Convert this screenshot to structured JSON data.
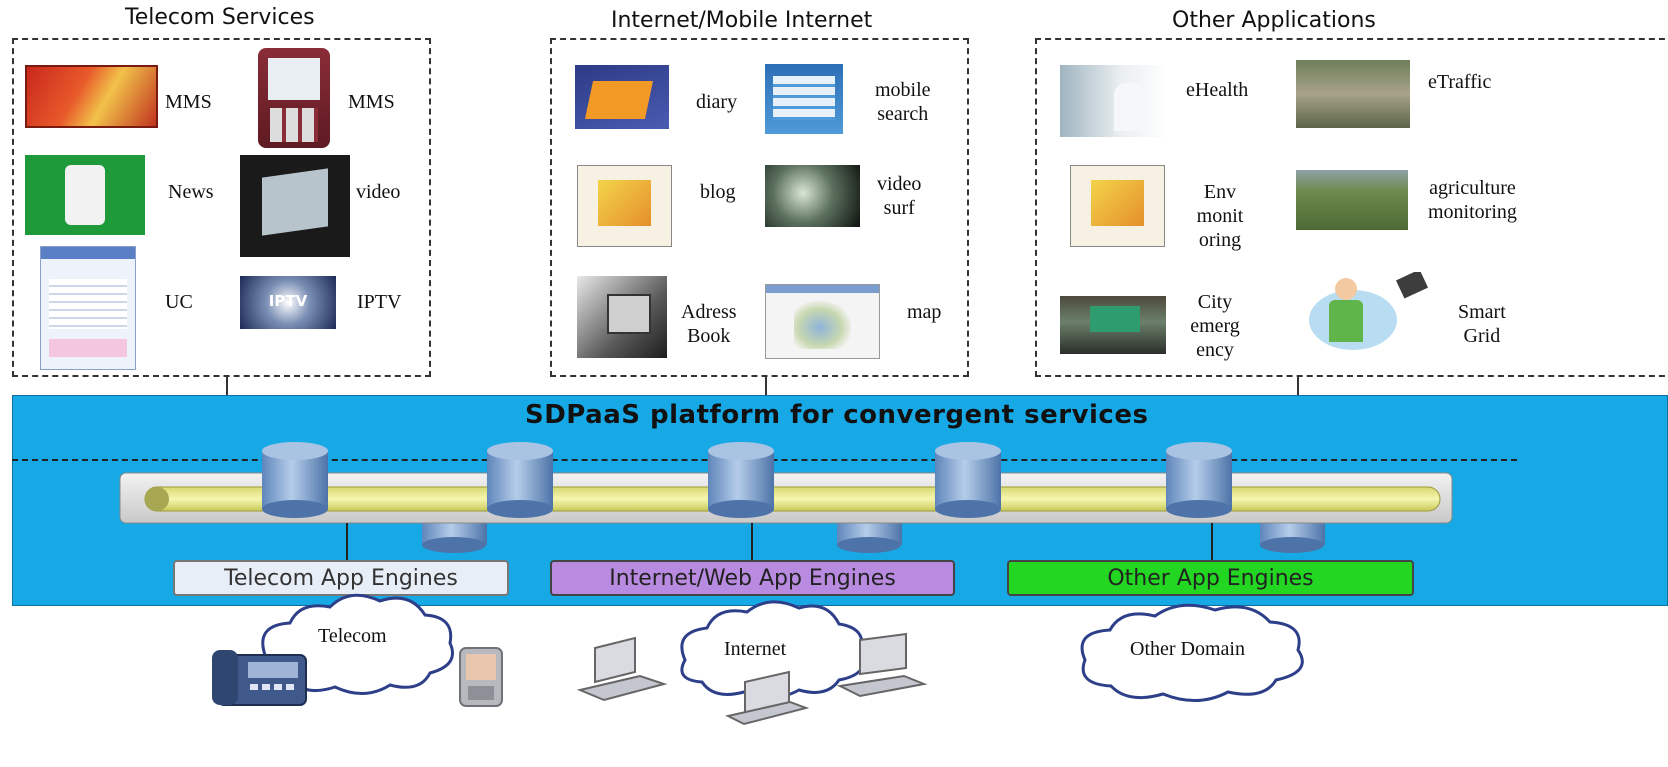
{
  "groups": [
    {
      "title": "Telecom Services",
      "items": [
        "MMS",
        "MMS",
        "News",
        "video",
        "UC",
        "IPTV"
      ]
    },
    {
      "title": "Internet/Mobile Internet",
      "items": [
        "diary",
        "mobile\nsearch",
        "blog",
        "video\nsurf",
        "Adress\nBook",
        "map"
      ]
    },
    {
      "title": "Other Applications",
      "items": [
        "eHealth",
        "eTraffic",
        "Env\nmonit\noring",
        "agriculture\nmonitoring",
        "City\nemerg\nency",
        "Smart\nGrid"
      ]
    }
  ],
  "thumb_texts": {
    "iptv": "IPTV"
  },
  "platform": {
    "title": "SDPaaS platform for convergent services",
    "engines": [
      "Telecom App Engines",
      "Internet/Web App Engines",
      "Other App Engines"
    ]
  },
  "domains": [
    "Telecom",
    "Internet",
    "Other Domain"
  ],
  "colors": {
    "platform": "#17a9e6",
    "bus": "#e9e982",
    "cylinder": "#7fa6d4",
    "engine_telecom": "#e8eef7",
    "engine_internet": "#b98be0",
    "engine_other": "#22d622"
  }
}
